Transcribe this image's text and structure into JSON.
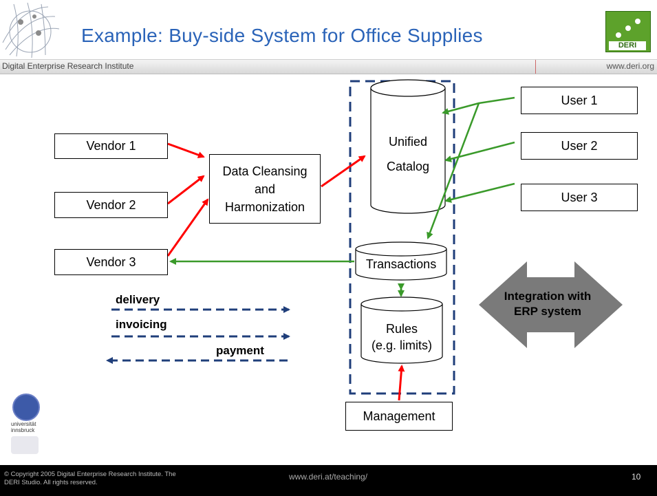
{
  "header": {
    "title": "Example: Buy-side System for Office Supplies",
    "institute": "Digital Enterprise Research Institute",
    "website": "www.deri.org",
    "logo_text": "DERI"
  },
  "diagram": {
    "vendors": [
      "Vendor 1",
      "Vendor 2",
      "Vendor 3"
    ],
    "users": [
      "User 1",
      "User 2",
      "User 3"
    ],
    "cleansing": {
      "line1": "Data Cleansing",
      "line2": "and",
      "line3": "Harmonization"
    },
    "catalog": {
      "line1": "Unified",
      "line2": "Catalog"
    },
    "transactions": "Transactions",
    "rules": {
      "line1": "Rules",
      "line2": "(e.g. limits)"
    },
    "management": "Management",
    "legend": {
      "delivery": "delivery",
      "invoicing": "invoicing",
      "payment": "payment"
    },
    "erp": {
      "line1": "Integration with",
      "line2": "ERP system"
    },
    "colors": {
      "red_arrow": "#ff0000",
      "green_arrow": "#3a9a2a",
      "dash": "#1f3e7a",
      "erp_arrow": "#7a7a7a"
    }
  },
  "unilogo_text": "universität innsbruck",
  "footer": {
    "copyright": "© Copyright 2005 Digital Enterprise Research Institute. The DERI Studio. All rights reserved.",
    "url": "www.deri.at/teaching/",
    "page": "10"
  }
}
